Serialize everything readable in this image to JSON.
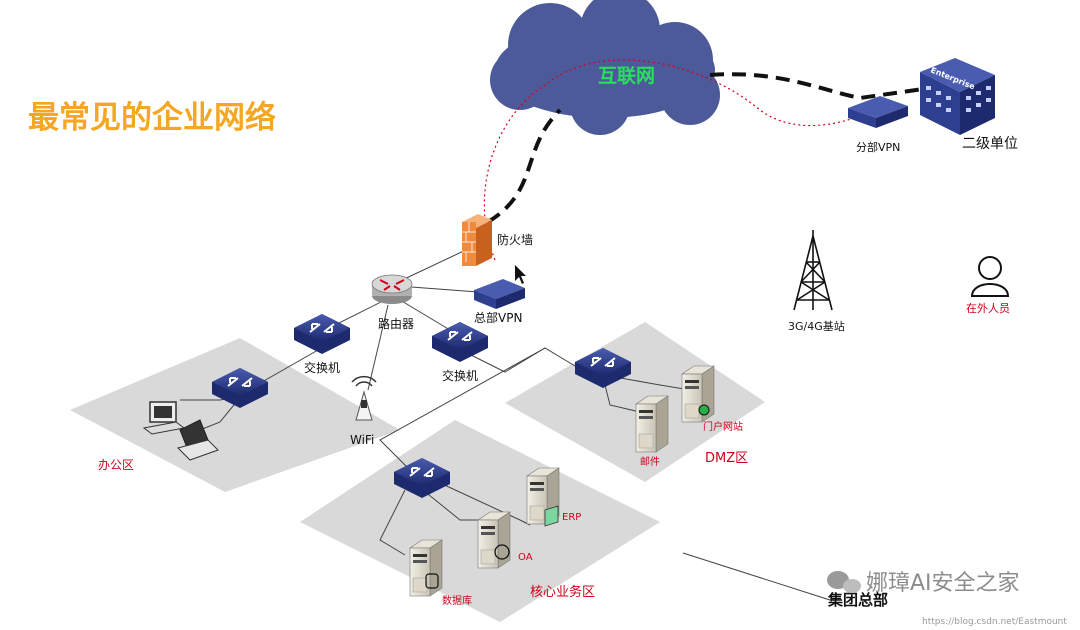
{
  "title": "最常见的企业网络",
  "labels": {
    "internet": "互联网",
    "enterprise_building": "Enterprise",
    "branch_vpn": "分部VPN",
    "branch_unit": "二级单位",
    "firewall": "防火墙",
    "router": "路由器",
    "hq_vpn": "总部VPN",
    "switch_left": "交换机",
    "switch_center": "交换机",
    "tower": "3G/4G基站",
    "remote_staff": "在外人员",
    "wifi": "WiFi",
    "office_zone": "办公区",
    "dmz_zone": "DMZ区",
    "mail": "邮件",
    "portal": "门户网站",
    "erp": "ERP",
    "oa": "OA",
    "database": "数据库",
    "core_zone": "核心业务区",
    "hq": "集团总部"
  },
  "watermark": {
    "brand": "娜璋AI安全之家",
    "url": "https://blog.csdn.net/Eastmount"
  },
  "colors": {
    "title": "#f5a623",
    "cloud": "#4d5a9a",
    "cloud_text": "#27e05a",
    "device": "#2f3f8f",
    "zone": "#d9d9d9",
    "red_label": "#d0021b"
  }
}
